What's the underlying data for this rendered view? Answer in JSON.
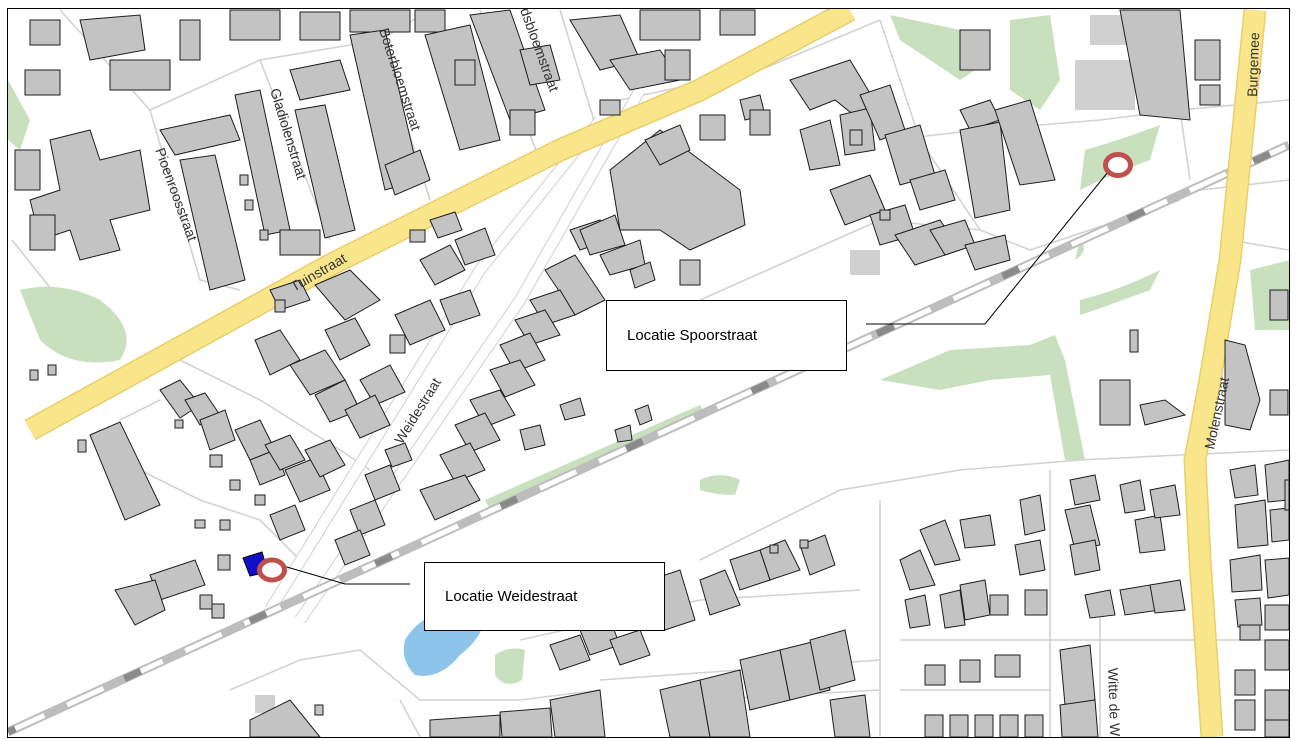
{
  "labels": {
    "callout_spoorstraat": "Locatie Spoorstraat",
    "callout_weidestraat": "Locatie Weidestraat"
  },
  "streets": {
    "tuinstraat": "Tuinstraat",
    "weidestraat": "Weidestraat",
    "molenstraat": "Molenstraat",
    "gladiolenstraat": "Gladiolenstraat",
    "pioenroosstraat": "Pioenroosstraat",
    "boterbloemstraat": "Boterbloemstraat",
    "madeliefstraat_partial": "dsbloemstraat",
    "burgemeester_partial": "Burgemee",
    "witte_de_with_partial": "Witte de W"
  },
  "colors": {
    "main_road": "#f9e58a",
    "main_road_edge": "#e8cf6a",
    "street_outline": "#d7d7d7",
    "green": "#c9e0bf",
    "water": "#8cc4ea",
    "railway": "#a0a0a0",
    "building": "#c3c3c3",
    "marker": "#c0504d",
    "blue_parcel": "#0000cc"
  }
}
